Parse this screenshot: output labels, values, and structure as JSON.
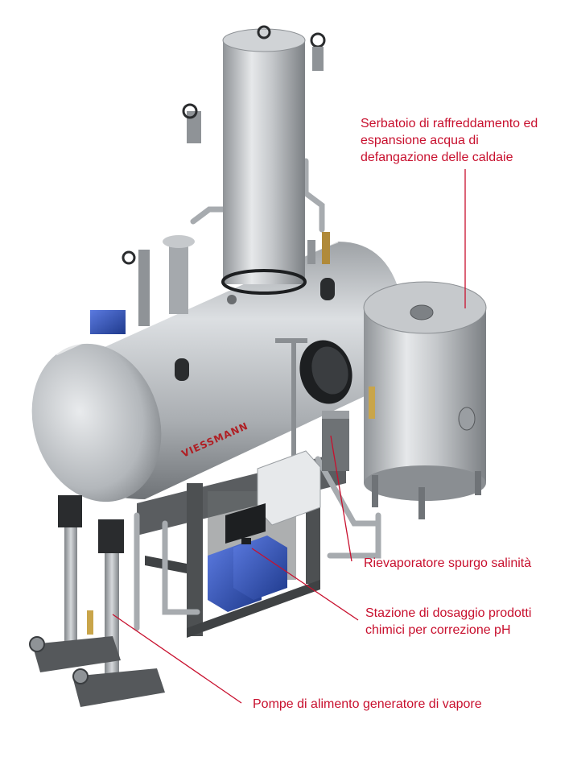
{
  "labels": {
    "tank_line1": "Serbatoio di raffreddamento ed",
    "tank_line2": "espansione acqua di",
    "tank_line3": "defangazione delle caldaie",
    "rievaporatore": "Rievaporatore spurgo salinità",
    "dosing_line1": "Stazione di dosaggio prodotti",
    "dosing_line2": "chimici per correzione pH",
    "pumps": "Pompe di alimento generatore di vapore"
  },
  "brand": "VIESSMANN",
  "colors": {
    "callout": "#c8102e",
    "steel": "#b9bcc0",
    "frame": "#4d5052",
    "canister": "#2f4fb0",
    "actuator": "#3b5bbf"
  }
}
